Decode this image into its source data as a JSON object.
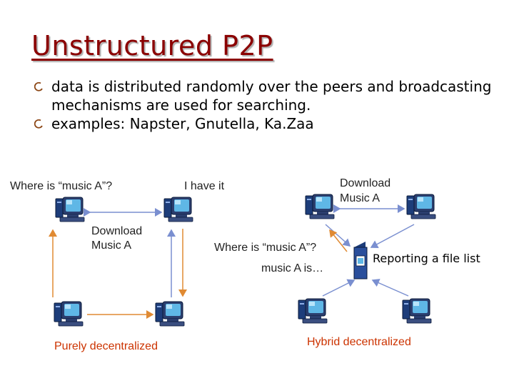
{
  "slide": {
    "title": "Unstructured P2P",
    "bullets": [
      "data is distributed randomly over the peers and broadcasting mechanisms are used for searching.",
      "examples: Napster, Gnutella, Ka.Zaa"
    ]
  },
  "diagram": {
    "left": {
      "query": "Where is “music A”?",
      "reply": "I have it",
      "download_line1": "Download",
      "download_line2": "Music A",
      "caption": "Purely decentralized"
    },
    "right": {
      "download_line1": "Download",
      "download_line2": "Music A",
      "query": "Where is “music A”?",
      "answer": "music A is…",
      "report": "Reporting a file list",
      "caption": "Hybrid decentralized"
    },
    "colors": {
      "title": "#8b0000",
      "caption": "#cc3300",
      "arrow_blue": "#7a8fd0",
      "arrow_orange": "#e08a33",
      "server": "#2a4f9c"
    }
  }
}
